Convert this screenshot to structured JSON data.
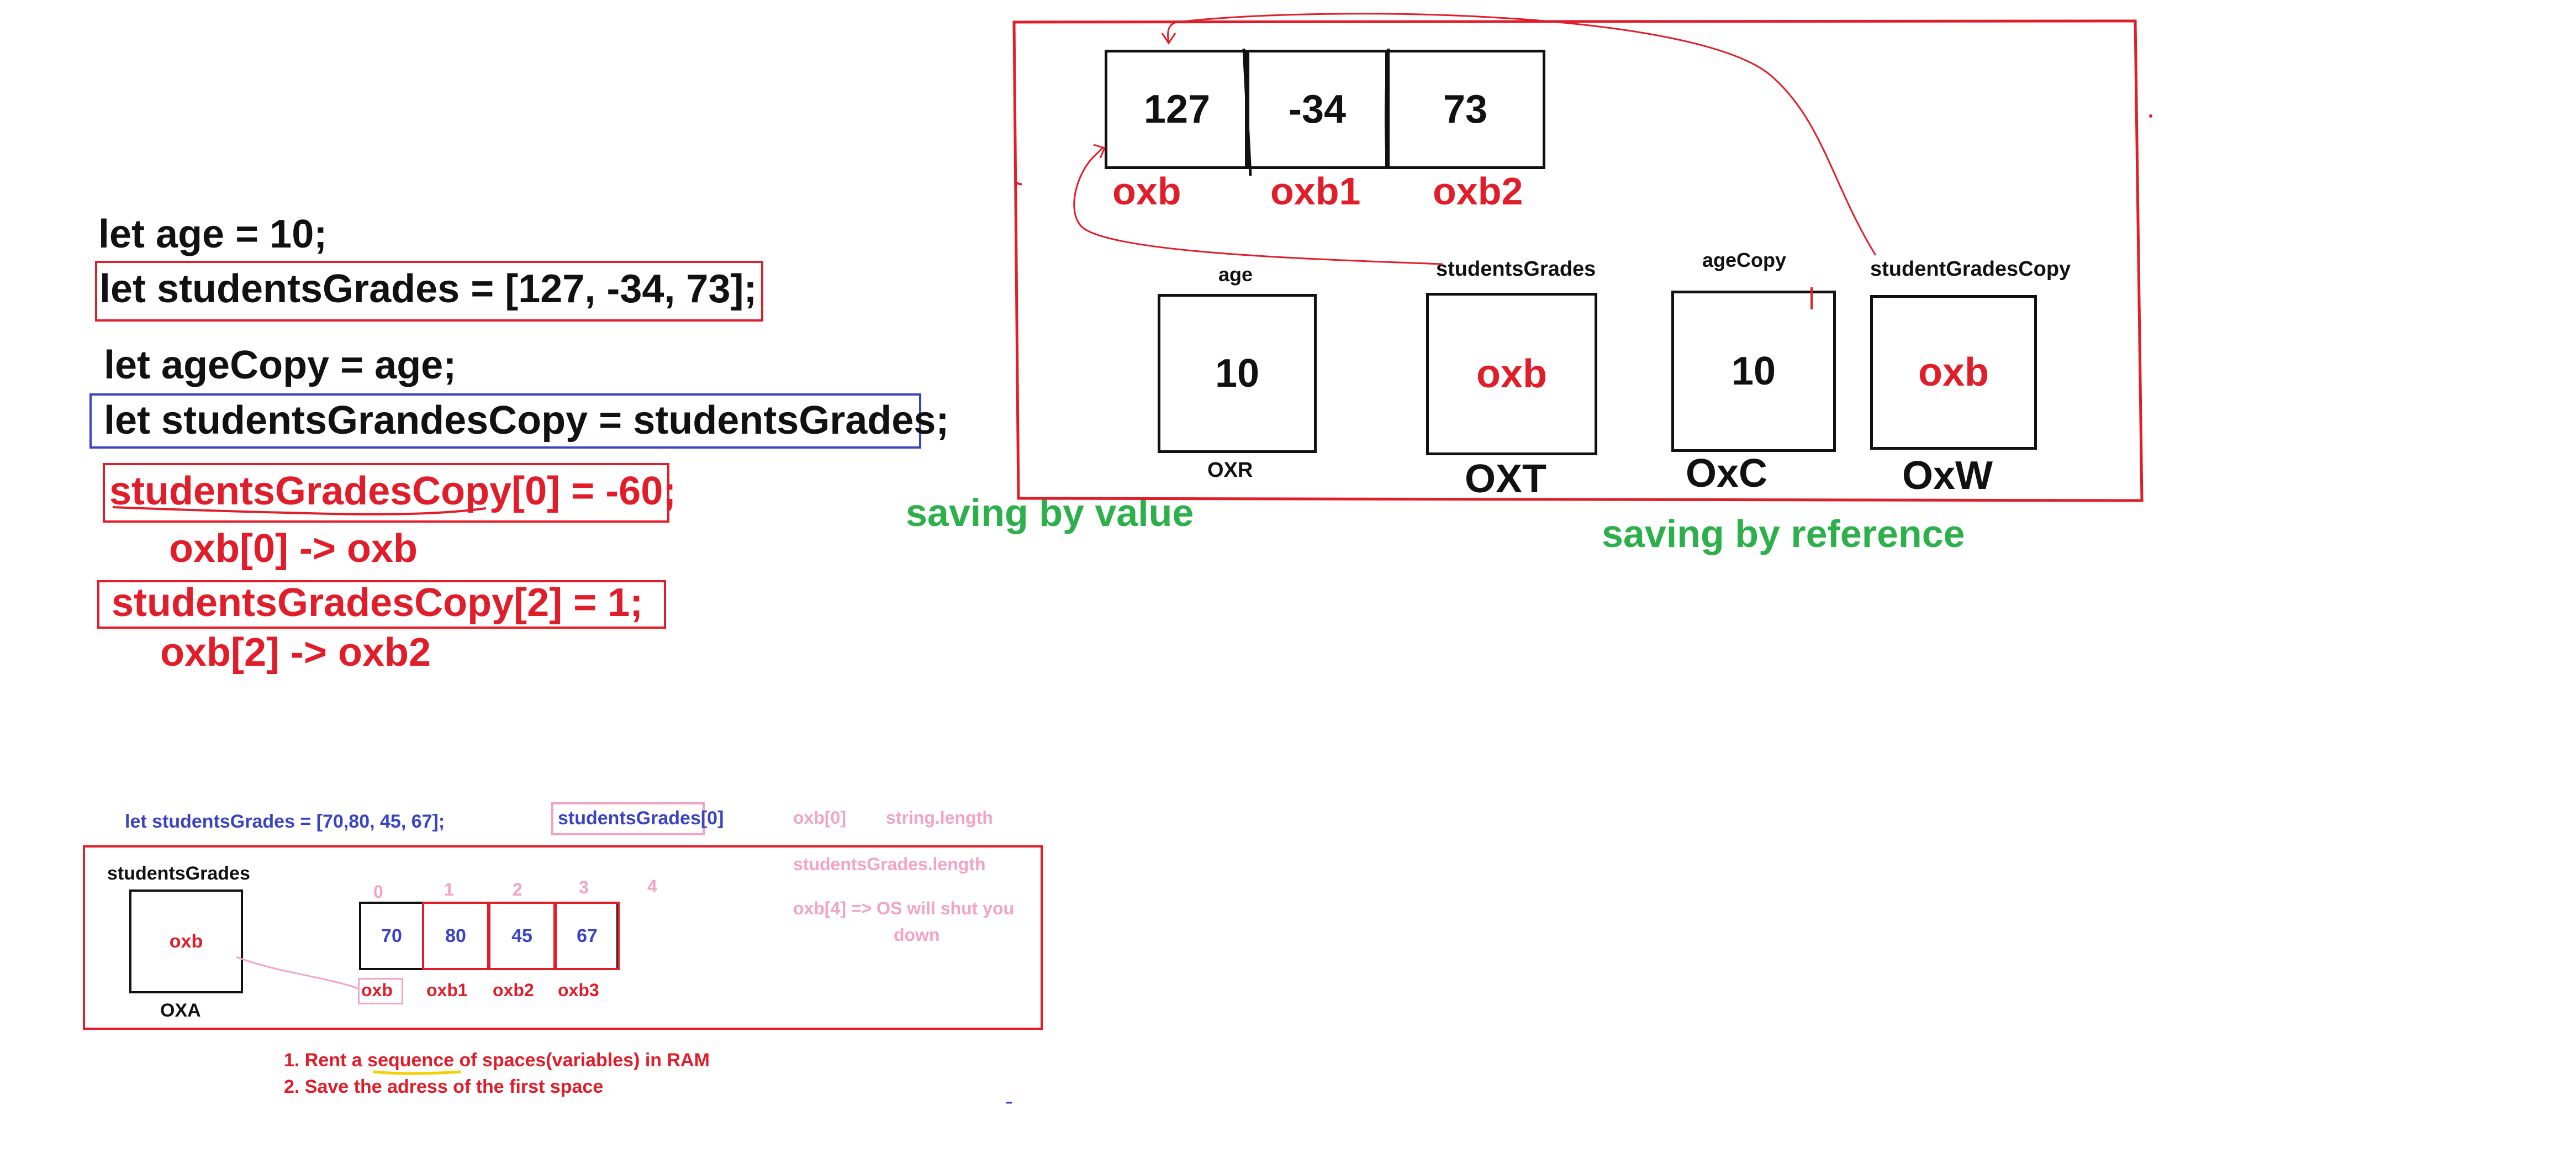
{
  "code": {
    "line1": "let age = 10;",
    "line2": "let studentsGrades = [127, -34, 73];",
    "line3": "let ageCopy = age;",
    "line4": "let studentsGrandesCopy = studentsGrades;",
    "line5": "studentsGradesCopy[0] = -60;",
    "line5_note": "oxb[0] -> oxb",
    "line6": "studentsGradesCopy[2] = 1;",
    "line6_note": "oxb[2] -> oxb2"
  },
  "memory": {
    "array_values": [
      "127",
      "-34",
      "73"
    ],
    "array_addresses": [
      "oxb",
      "oxb1",
      "oxb2"
    ],
    "vars": [
      {
        "label": "age",
        "value": "10",
        "address": "OXR"
      },
      {
        "label": "studentsGrades",
        "value": "oxb",
        "address": "OXT"
      },
      {
        "label": "ageCopy",
        "value": "10",
        "address": "OxC"
      },
      {
        "label": "studentGradesCopy",
        "value": "oxb",
        "address": "OxW"
      }
    ],
    "caption_value": "saving by value",
    "caption_reference": "saving by reference"
  },
  "example": {
    "code": "let studentsGrades = [70,80, 45, 67];",
    "access_label": "studentsGrades[0]",
    "var_label": "studentsGrades",
    "var_value": "oxb",
    "var_address": "OXA",
    "indices": [
      "0",
      "1",
      "2",
      "3",
      "4"
    ],
    "values": [
      "70",
      "80",
      "45",
      "67"
    ],
    "addresses": [
      "oxb",
      "oxb1",
      "oxb2",
      "oxb3"
    ],
    "note_index": "oxb[0]",
    "note_strlen": "string.length",
    "note_arrlen": "studentsGrades.length",
    "note_os": "oxb[4] => OS will shut you",
    "note_os2": "down",
    "step1": "1. Rent a sequence of spaces(variables) in RAM",
    "step2": "2. Save the adress of the first space"
  },
  "colors": {
    "red": "#e11d2a",
    "green": "#2db04b",
    "blue": "#3a44c2",
    "pink": "#f3a3c3",
    "yellow": "#f5d000"
  }
}
